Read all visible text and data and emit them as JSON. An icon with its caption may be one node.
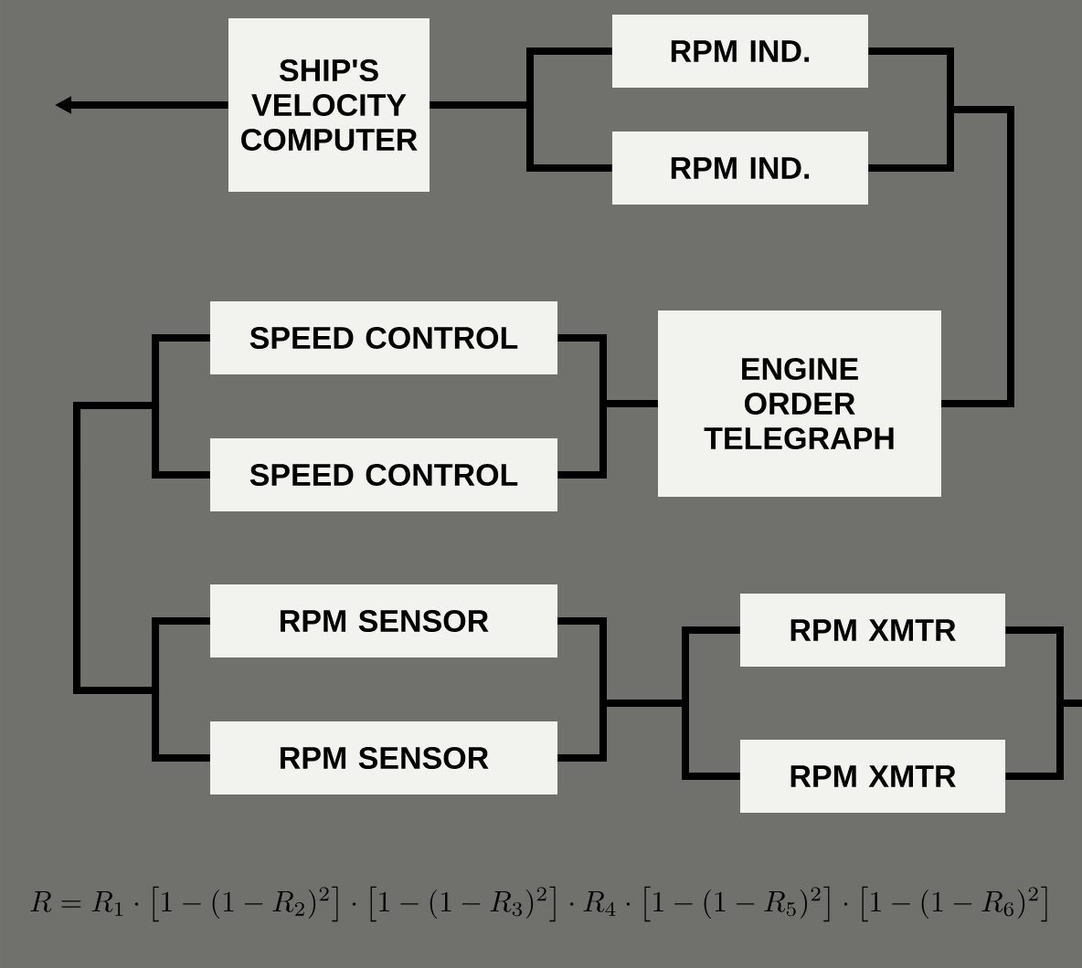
{
  "diagram": {
    "nodes": [
      {
        "text": [
          "SHIP'S VELOCITY COMPUTER"
        ]
      },
      {
        "text": [
          "RPM IND."
        ]
      },
      {
        "text": [
          "RPM IND."
        ]
      },
      {
        "text": [
          "SPEED CONTROL"
        ]
      },
      {
        "text": [
          "SPEED CONTROL"
        ]
      },
      {
        "text": [
          "ENGINE ORDER TELEGRAPH"
        ]
      },
      {
        "text": [
          "RPM SENSOR"
        ]
      },
      {
        "text": [
          "RPM SENSOR"
        ]
      },
      {
        "text": [
          "RPM XMTR"
        ]
      },
      {
        "text": [
          "RPM XMTR"
        ]
      }
    ],
    "edges": [
      {
        "from": null,
        "to": 8,
        "arrow": "none"
      },
      {
        "from": null,
        "to": 9,
        "arrow": "none"
      },
      {
        "from": 8,
        "to": 6,
        "arrow": "none"
      },
      {
        "from": 8,
        "to": 7,
        "arrow": "none"
      },
      {
        "from": 9,
        "to": 6,
        "arrow": "none"
      },
      {
        "from": 9,
        "to": 7,
        "arrow": "none"
      },
      {
        "from": 6,
        "to": 3,
        "arrow": "none"
      },
      {
        "from": 6,
        "to": 4,
        "arrow": "none"
      },
      {
        "from": 7,
        "to": 3,
        "arrow": "none"
      },
      {
        "from": 7,
        "to": 4,
        "arrow": "none"
      },
      {
        "from": 3,
        "to": 5,
        "arrow": "none"
      },
      {
        "from": 4,
        "to": 5,
        "arrow": "none"
      },
      {
        "from": 5,
        "to": 1,
        "arrow": "none"
      },
      {
        "from": 5,
        "to": 2,
        "arrow": "none"
      },
      {
        "from": 1,
        "to": 0,
        "arrow": "none"
      },
      {
        "from": 2,
        "to": 0,
        "arrow": "none"
      },
      {
        "from": 0,
        "to": null,
        "arrow": "to"
      }
    ],
    "labels": [
      "R = R_1 \\cdot \\left[1-(1-R_2)^2\\right] \\cdot \\left[1-(1-R_3)^2\\right] \\cdot R_4 \\cdot \\left[1-(1-R_5)^2\\right] \\cdot \\left[1-(1-R_6)^2\\right]"
    ]
  }
}
